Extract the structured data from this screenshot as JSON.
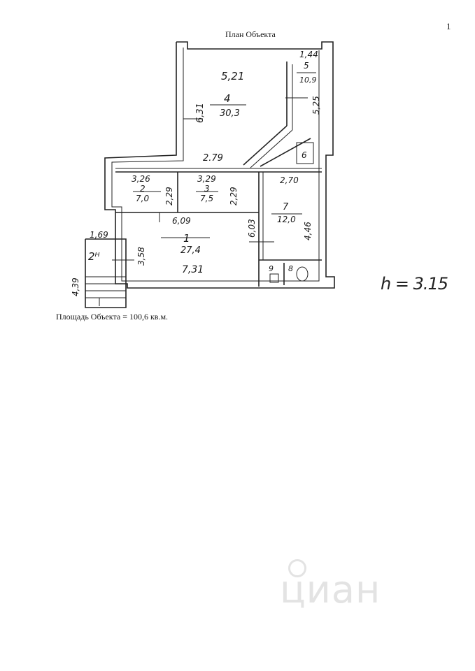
{
  "page_number": "1",
  "title": "План Объекта",
  "area_caption": "Площадь Объекта = 100,6 кв.м.",
  "height_note": "h = 3.15",
  "watermark": "циан",
  "rooms": [
    {
      "id": "1",
      "area": "27,4"
    },
    {
      "id": "2",
      "area": "7,0"
    },
    {
      "id": "3",
      "area": "7,5"
    },
    {
      "id": "4",
      "area": "30,3"
    },
    {
      "id": "5",
      "area": "10,9"
    },
    {
      "id": "6",
      "area": ""
    },
    {
      "id": "7",
      "area": "12,0"
    },
    {
      "id": "8",
      "area": ""
    },
    {
      "id": "9",
      "area": ""
    }
  ],
  "dimensions": {
    "room4_width": "5,21",
    "room4_height": "6,31",
    "room4_bottom": "2.79",
    "room5_width": "1,44",
    "room5_height": "5,25",
    "room2_width": "3,26",
    "room2_height": "2,29",
    "room3_width": "3,29",
    "room3_height": "2,29",
    "room1_top": "6,09",
    "room1_bottom": "7,31",
    "room1_height": "3,58",
    "room7_width": "2,70",
    "room7_height": "4,46",
    "room7_left": "6,03",
    "stair_width": "1,69",
    "stair_height": "4,39",
    "stair_label": "2ᴴ"
  }
}
